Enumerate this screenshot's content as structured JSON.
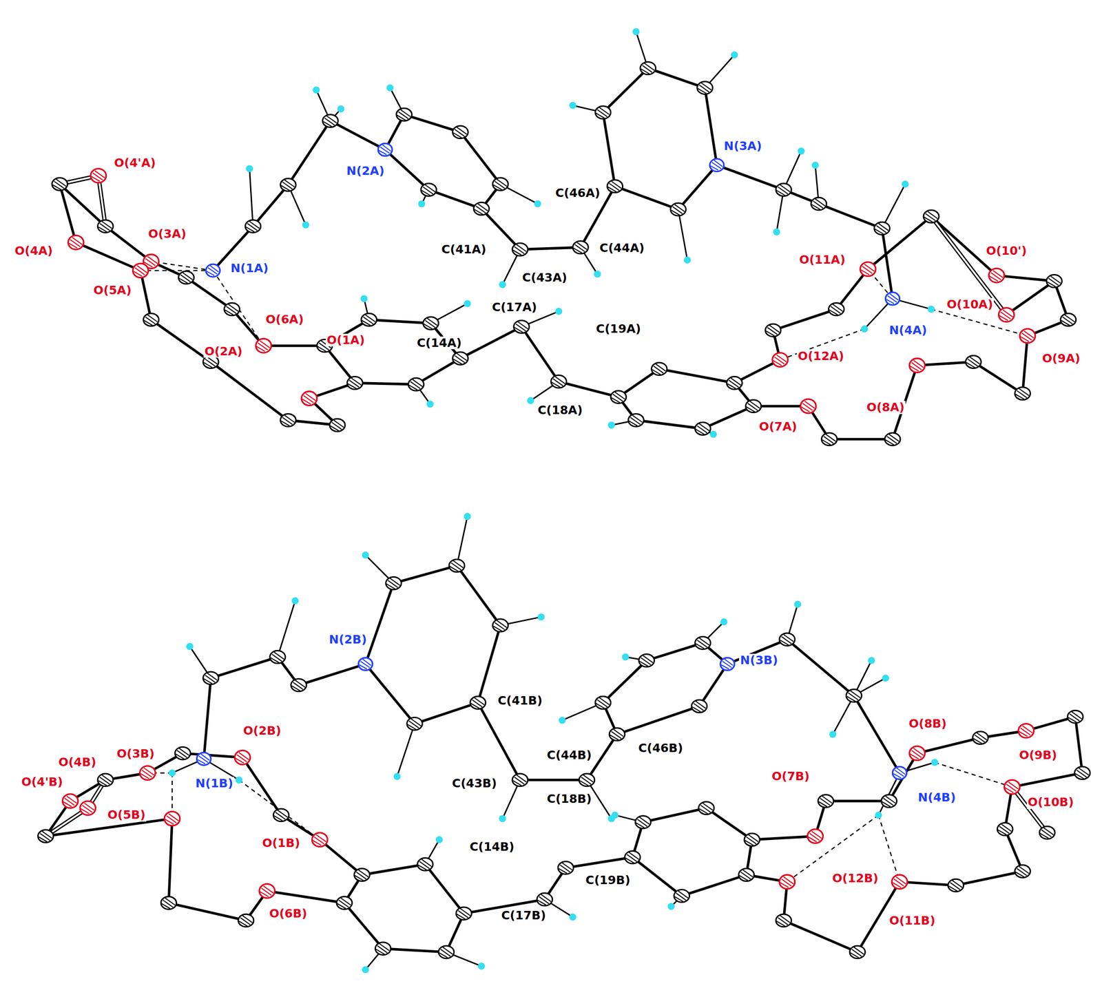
{
  "diagram": {
    "labels": [
      "O(4'A)",
      "O(3A)",
      "O(4A)",
      "N(1A)",
      "O(5A)",
      "O(6A)",
      "O(1A)",
      "O(2A)",
      "N(2A)",
      "C(41A)",
      "C(43A)",
      "C(44A)",
      "C(46A)",
      "N(3A)",
      "C(17A)",
      "C(19A)",
      "C(14A)",
      "C(18A)",
      "O(11A)",
      "O(10')",
      "O(10A)",
      "N(4A)",
      "O(12A)",
      "O(9A)",
      "O(8A)",
      "O(7A)",
      "N(2B)",
      "O(4B)",
      "O(3B)",
      "O(2B)",
      "O(4'B)",
      "N(1B)",
      "O(5B)",
      "O(1B)",
      "O(6B)",
      "C(41B)",
      "C(43B)",
      "C(44B)",
      "C(46B)",
      "N(3B)",
      "C(18B)",
      "C(19B)",
      "C(14B)",
      "C(17B)",
      "O(8B)",
      "O(9B)",
      "O(7B)",
      "N(4B)",
      "O(10B)",
      "O(12B)",
      "O(11B)"
    ]
  }
}
